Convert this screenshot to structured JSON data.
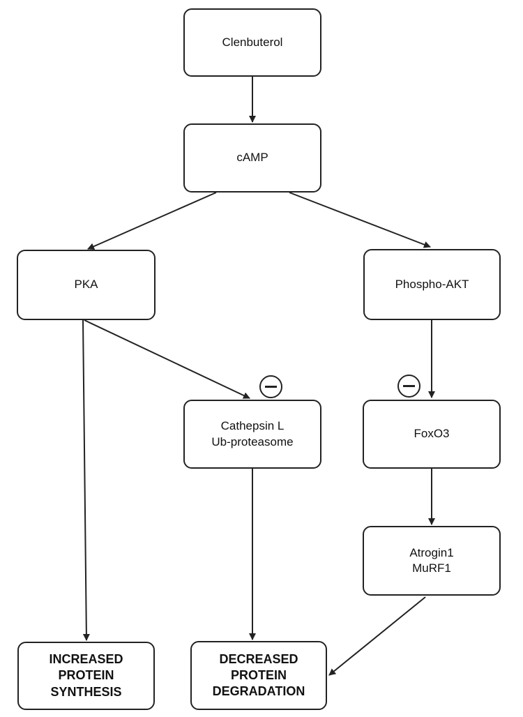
{
  "nodes": {
    "clenbuterol": "Clenbuterol",
    "camp": "cAMP",
    "pka": "PKA",
    "phospho_akt": "Phospho-AKT",
    "cathepsin": "Cathepsin L\nUb-proteasome",
    "foxo3": "FoxO3",
    "atrogin": "Atrogin1\nMuRF1",
    "increased": "INCREASED\nPROTEIN\nSYNTHESIS",
    "decreased": "DECREASED\nPROTEIN\nDEGRADATION"
  },
  "edges": [
    {
      "from": "Clenbuterol",
      "to": "cAMP",
      "effect": "activates"
    },
    {
      "from": "cAMP",
      "to": "PKA",
      "effect": "activates"
    },
    {
      "from": "cAMP",
      "to": "Phospho-AKT",
      "effect": "activates"
    },
    {
      "from": "PKA",
      "to": "INCREASED PROTEIN SYNTHESIS",
      "effect": "activates"
    },
    {
      "from": "PKA",
      "to": "Cathepsin L Ub-proteasome",
      "effect": "inhibits"
    },
    {
      "from": "Phospho-AKT",
      "to": "FoxO3",
      "effect": "inhibits"
    },
    {
      "from": "Cathepsin L Ub-proteasome",
      "to": "DECREASED PROTEIN DEGRADATION",
      "effect": "activates"
    },
    {
      "from": "FoxO3",
      "to": "Atrogin1 MuRF1",
      "effect": "activates"
    },
    {
      "from": "Atrogin1 MuRF1",
      "to": "DECREASED PROTEIN DEGRADATION",
      "effect": "activates"
    }
  ],
  "colors": {
    "stroke": "#222222",
    "background": "#ffffff"
  }
}
